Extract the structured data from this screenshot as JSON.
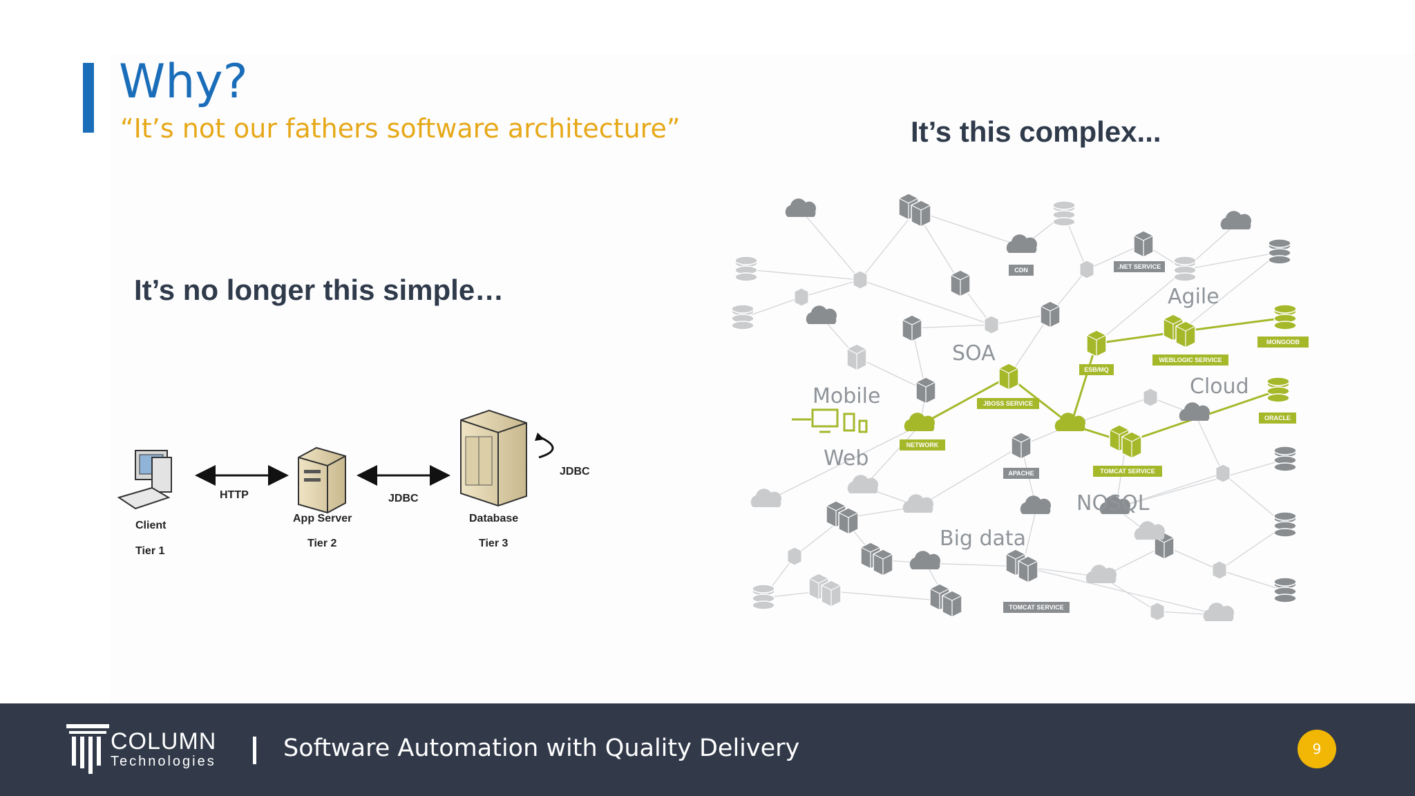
{
  "slide": {
    "title": "Why?",
    "subtitle": "“It’s not our fathers software architecture”",
    "heading_left": "It’s no longer this simple…",
    "heading_right": "It’s this complex...",
    "page_number": "9"
  },
  "three_tier": {
    "client_label": "Client",
    "tier1": "Tier 1",
    "http_label": "HTTP",
    "app_server_label": "App Server",
    "tier2": "Tier 2",
    "jdbc_label": "JDBC",
    "database_label": "Database",
    "tier3": "Tier 3",
    "jdbc_loop_label": "JDBC"
  },
  "network": {
    "labels": {
      "soa": "SOA",
      "agile": "Agile",
      "mobile": "Mobile",
      "cloud": "Cloud",
      "web": "Web",
      "nosql": "NOSQL",
      "big_data": "Big data"
    },
    "tags": {
      "cdn": "CDN",
      "net_service": ".NET SERVICE",
      "mongodb": "MONGODB",
      "weblogic": "WEBLOGIC SERVICE",
      "esb_mq": "ESB/MQ",
      "jboss": "JBOSS SERVICE",
      "network": "NETWORK",
      "apache": "APACHE",
      "tomcat_green": "TOMCAT SERVICE",
      "oracle": "ORACLE",
      "tomcat_gray": "TOMCAT SERVICE"
    }
  },
  "footer": {
    "logo_word": "COLUMN",
    "logo_sub": "Technologies",
    "tagline": "Software Automation with Quality Delivery"
  },
  "colors": {
    "accent_blue": "#1a6db8",
    "subtitle_gold": "#e6a817",
    "highlight_green": "#a5b82a",
    "footer_bg": "#323a4a",
    "page_badge": "#f2b705"
  }
}
